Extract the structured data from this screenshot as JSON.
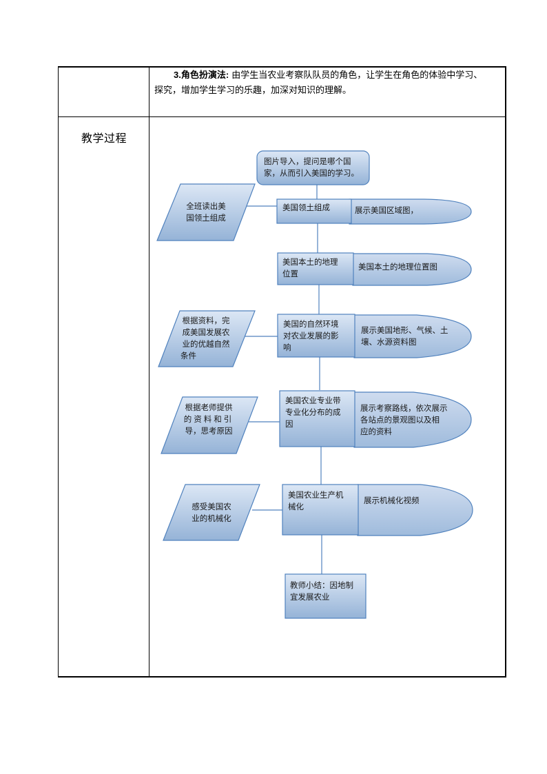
{
  "table": {
    "row1": {
      "lead": "3.角色扮演法:",
      "line1": " 由学生当农业考察队队员的角色，让学生在角色的体验中学习、",
      "line2": "探究，增加学生学习的乐趣，加深对知识的理解。"
    },
    "row2_label": "教学过程"
  },
  "flowchart": {
    "start": {
      "line1": "图片导入，提问是哪个国",
      "line2": "家，从而引入美国的学习。"
    },
    "steps": [
      {
        "line1": "美国领土组成",
        "line2": ""
      },
      {
        "line1": "美国本土的地理",
        "line2": "位置"
      },
      {
        "line1": "美国的自然环境",
        "line2": "对农业发展的影",
        "line3": "响"
      },
      {
        "line1": "美国农业专业带",
        "line2": "专业化分布的成",
        "line3": "因"
      },
      {
        "line1": "美国农业生产机",
        "line2": "械化"
      },
      {
        "line1": "教师小结：因地制",
        "line2": "宜发展农业"
      }
    ],
    "displays": [
      {
        "line1": "展示美国区域图，"
      },
      {
        "line1": "美国本土的地理位置图"
      },
      {
        "line1": "展示美国地形、气候、土",
        "line2": "壤、水源资料图"
      },
      {
        "line1": "展示考察路线，依次展示",
        "line2": "各站点的景观图以及相",
        "line3": "应的资料"
      },
      {
        "line1": "展示机械化视频"
      }
    ],
    "student_activities": [
      {
        "line1": "全班读出美",
        "line2": "国领土组成"
      },
      {
        "line1": "根据资料，完",
        "line2": "成美国发展农",
        "line3": "业的优越自然",
        "line4": "条件"
      },
      {
        "line1": "根据老师提供",
        "line2": "的资料和引",
        "line3": "导，思考原因"
      },
      {
        "line1": "感受美国农",
        "line2": "业的机械化"
      }
    ],
    "colors": {
      "fill_top": "#dce7f5",
      "fill_bottom": "#95b3d7",
      "stroke": "#4f81bd",
      "connector": "#4f81bd"
    }
  }
}
